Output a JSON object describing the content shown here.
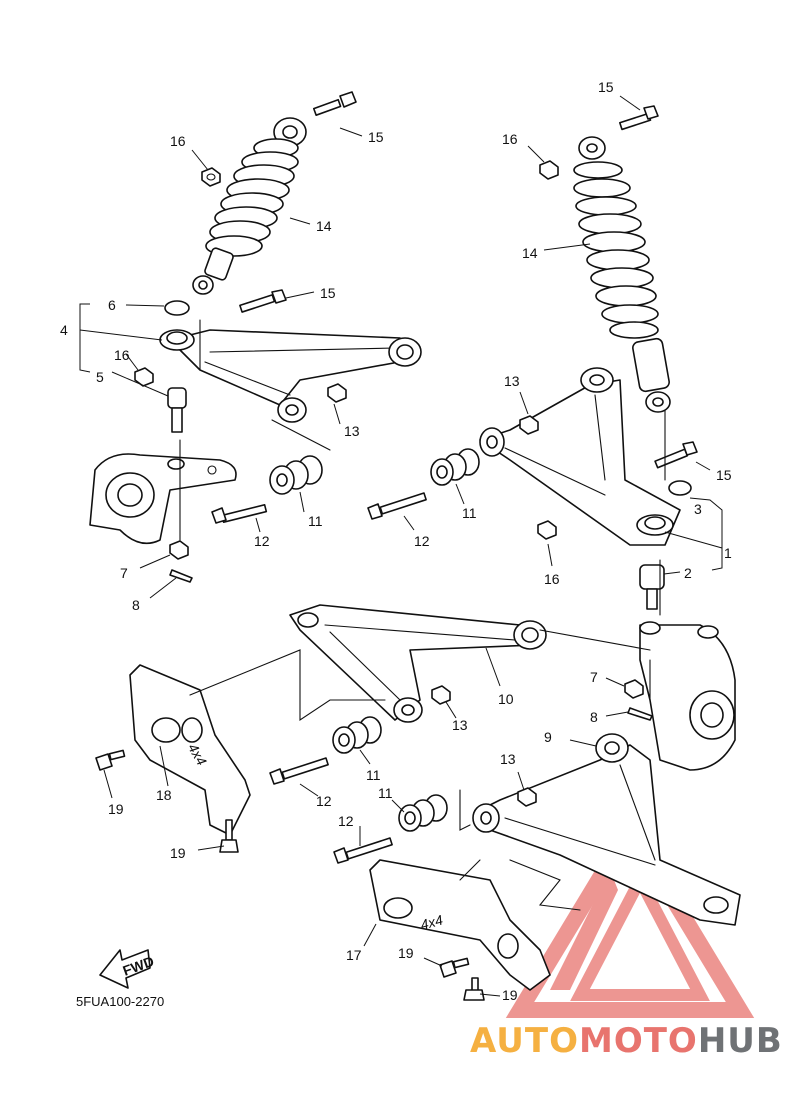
{
  "diagram_code": "5FUA100-2270",
  "fwd_label": "FWD",
  "colors": {
    "line": "#111111",
    "watermark_red": "#e8746e",
    "watermark_orange": "#f5b041",
    "watermark_gray": "#6f7275"
  },
  "watermark": {
    "text_a": "AUTO",
    "text_b": "MOTO",
    "text_c": "HUB"
  },
  "callouts": [
    "1",
    "2",
    "3",
    "4",
    "5",
    "6",
    "7",
    "8",
    "9",
    "10",
    "11",
    "12",
    "13",
    "14",
    "15",
    "16",
    "17",
    "18",
    "19"
  ],
  "decals": {
    "guard_upper": "4x4",
    "guard_lower": "4x4"
  }
}
